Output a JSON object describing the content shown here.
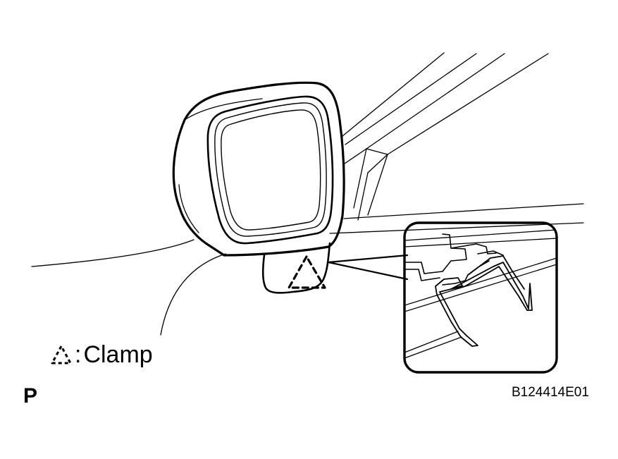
{
  "legend": {
    "icon": "clamp-triangle-icon",
    "separator": ":",
    "label": "Clamp"
  },
  "view_code": "P",
  "figure_id": "B124414E01"
}
